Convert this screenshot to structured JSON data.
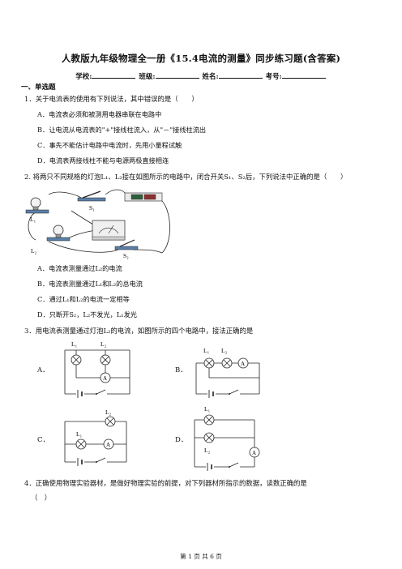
{
  "title": "人教版九年级物理全一册《15.4电流的测量》同步练习题(含答案)",
  "info": {
    "school": "学校:",
    "class": "班级:",
    "name": "姓名:",
    "number": "考号:"
  },
  "section": "一、单选题",
  "questions": [
    {
      "stem": "1．关于电流表的使用有下列说法，其中错误的是（　　）",
      "options": [
        "A．电流表必须和被测用电器串联在电路中",
        "B．让电流从电流表的\"+\"接线柱流入，从\"－\"接线柱流出",
        "C．事先不能估计电路中电流时，先用小量程试触",
        "D．电流表两接线柱不能与电源两极直接相连"
      ]
    },
    {
      "stem": "2. 将两只不同规格的灯泡L₁、L₂接在如图所示的电路中，闭合开关S₁、S₂后，下列说法中正确的是（　　）",
      "figure_labels": [
        "L₁",
        "S₁",
        "L₂",
        "S₂"
      ],
      "options": [
        "A．电流表测量通过L₂的电流",
        "B．电流表测量通过L₁和L₂的总电流",
        "C．通过L₁和L₂的电流一定相等",
        "D．只断开S₂，L₂不发光，L₁发光"
      ]
    },
    {
      "stem": "3．用电流表测量通过灯泡L₂的电流，如图所示的四个电路中，接法正确的是",
      "option_letters": [
        "A．",
        "B．",
        "C．",
        "D．"
      ],
      "circuit_labels": {
        "a": [
          "L₁",
          "L₂",
          "A"
        ],
        "b": [
          "L₁",
          "L₂",
          "A"
        ],
        "c": [
          "L₂",
          "L₁",
          "A"
        ],
        "d": [
          "L₁",
          "L₂",
          "A"
        ]
      }
    },
    {
      "stem": "4．正确使用物理实验器材，是做好物理实验的前提，对下列器材所指示的数据，读数正确的是",
      "stem_cont": "（　）"
    }
  ],
  "footer": "第 1 页 共 6 页"
}
